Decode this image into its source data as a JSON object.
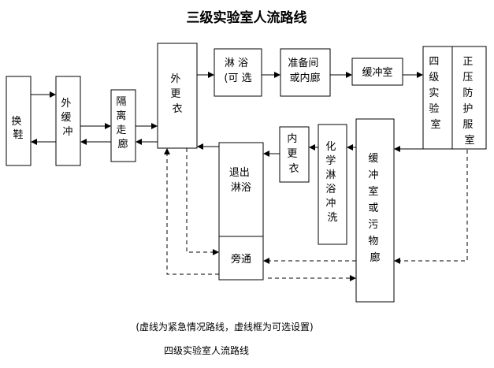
{
  "title": "三级实验室人流路线",
  "note": "(虚线为紧急情况路线，虚线框为可选设置)",
  "caption": "四级实验室人流路线",
  "nodes": {
    "change_shoes": "换鞋",
    "outer_buffer": "外缓冲",
    "isolation_corridor": "隔离走廊",
    "outer_gown": "外更衣",
    "shower_optional": [
      "淋 浴",
      "(可 选"
    ],
    "prep_room": [
      "准备间",
      "或内廊"
    ],
    "buffer_room": "缓冲室",
    "level4_lab": "四级实验室",
    "positive_pressure_suit": "正压防护服室",
    "inner_gown": "内更衣",
    "chemical_shower": "化学淋浴冲洗",
    "buffer_or_dirty_corridor": "缓冲室或污物廊",
    "exit_shower": [
      "退出",
      "淋浴"
    ],
    "bypass": "旁通"
  },
  "colors": {
    "line": "#000000",
    "background": "#ffffff"
  }
}
